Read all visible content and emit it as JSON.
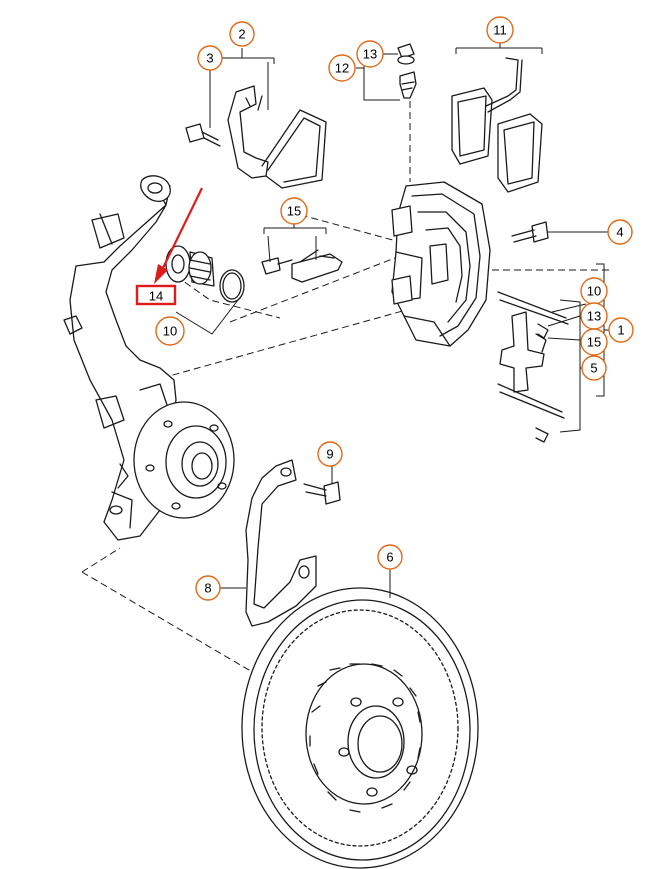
{
  "callouts": {
    "c1": "1",
    "c2": "2",
    "c3": "3",
    "c4": "4",
    "c5": "5",
    "c6": "6",
    "c8": "8",
    "c9": "9",
    "c10a": "10",
    "c10b": "10",
    "c11": "11",
    "c12": "12",
    "c13a": "13",
    "c13b": "13",
    "c14": "14",
    "c15a": "15",
    "c15b": "15"
  },
  "highlight": {
    "label": "14",
    "color": "#e01b1b"
  },
  "colors": {
    "callout_ring": "#e06a1a",
    "highlight": "#e01b1b",
    "line": "#1a1a1a"
  }
}
